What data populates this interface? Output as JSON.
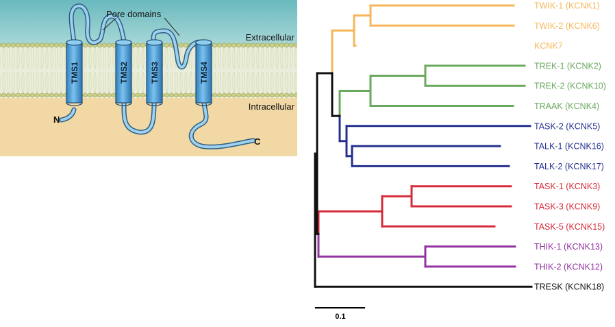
{
  "membrane": {
    "pore_label": "Pore domains",
    "extracellular_label": "Extracellular",
    "intracellular_label": "Intracellular",
    "n_terminus": "N",
    "c_terminus": "C",
    "segments": [
      "TMS1",
      "TMS2",
      "TMS3",
      "TMS4"
    ],
    "colors": {
      "top": "#80c5c9",
      "bottom": "#f1d8a5",
      "helix": "#55a5dc",
      "lipid": "#c9d08a"
    }
  },
  "tree": {
    "scale_label": "0.1",
    "leaves": [
      {
        "label": "TWIK-1 (KCNK1)",
        "color": "#f7b65a"
      },
      {
        "label": "TWIK-2 (KCNK6)",
        "color": "#f7b65a"
      },
      {
        "label": "KCNK7",
        "color": "#f7b65a"
      },
      {
        "label": "TREK-1 (KCNK2)",
        "color": "#6aa85d"
      },
      {
        "label": "TREK-2 (KCNK10)",
        "color": "#6aa85d"
      },
      {
        "label": "TRAAK (KCNK4)",
        "color": "#6aa85d"
      },
      {
        "label": "TASK-2 (KCNK5)",
        "color": "#24308f"
      },
      {
        "label": "TALK-1 (KCNK16)",
        "color": "#24308f"
      },
      {
        "label": "TALK-2 (KCNK17)",
        "color": "#24308f"
      },
      {
        "label": "TASK-1 (KCNK3)",
        "color": "#d52b3a"
      },
      {
        "label": "TASK-3 (KCNK9)",
        "color": "#d52b3a"
      },
      {
        "label": "TASK-5 (KCNK15)",
        "color": "#d52b3a"
      },
      {
        "label": "THIK-1 (KCNK13)",
        "color": "#9333a1"
      },
      {
        "label": "THIK-2 (KCNK12)",
        "color": "#9333a1"
      },
      {
        "label": "TRESK (KCNK18)",
        "color": "#111111"
      }
    ]
  }
}
